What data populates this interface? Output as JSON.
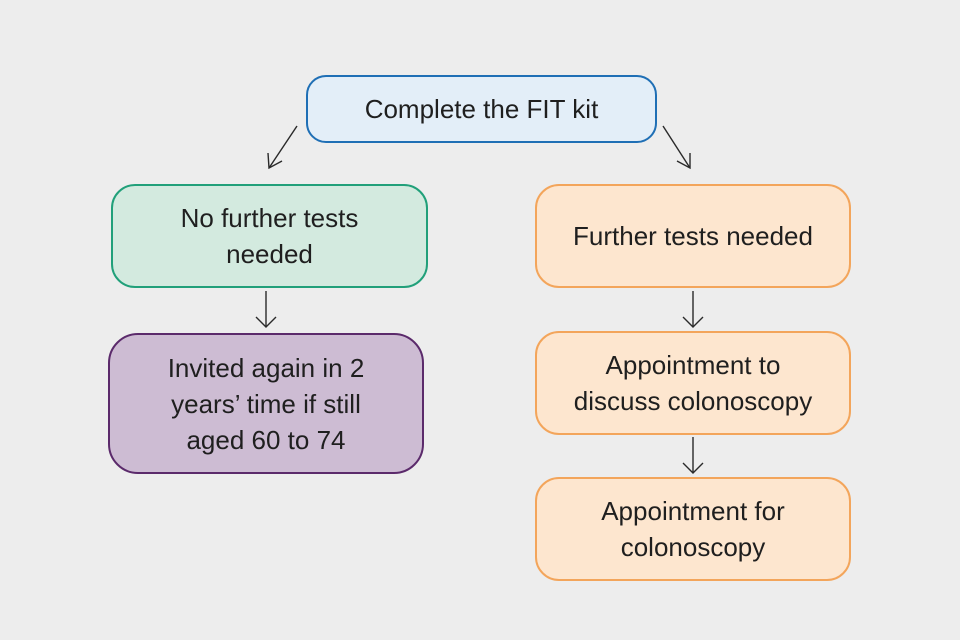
{
  "colors": {
    "background": "#ededed",
    "start_fill": "#e3eef8",
    "start_border": "#1f6fb5",
    "green_fill": "#d3eadf",
    "green_border": "#21a07a",
    "orange_fill": "#fde6cf",
    "orange_border": "#f3a55b",
    "purple_fill": "#cdbcd3",
    "purple_border": "#5b2a6b",
    "arrow": "#2a2a2a"
  },
  "nodes": {
    "start": {
      "lines": [
        "Complete the FIT kit"
      ]
    },
    "no_further": {
      "lines": [
        "No further tests",
        "needed"
      ]
    },
    "further": {
      "lines": [
        "Further tests needed"
      ]
    },
    "invited": {
      "lines": [
        "Invited again in 2",
        "years’ time if still",
        "aged 60 to 74"
      ]
    },
    "appt_discuss": {
      "lines": [
        "Appointment to",
        "discuss colonoscopy"
      ]
    },
    "appt_colonoscopy": {
      "lines": [
        "Appointment for",
        "colonoscopy"
      ]
    }
  },
  "edges": [
    {
      "from": "start",
      "to": "no_further"
    },
    {
      "from": "start",
      "to": "further"
    },
    {
      "from": "no_further",
      "to": "invited"
    },
    {
      "from": "further",
      "to": "appt_discuss"
    },
    {
      "from": "appt_discuss",
      "to": "appt_colonoscopy"
    }
  ]
}
